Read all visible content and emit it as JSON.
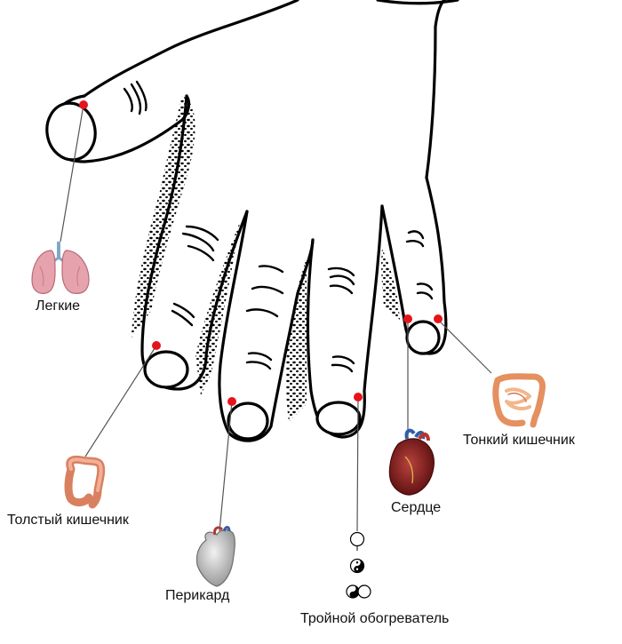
{
  "labels": {
    "lungs": "Легкие",
    "large_intestine": "Толстый кишечник",
    "pericardium": "Перикард",
    "triple_heater": "Тройной обогреватель",
    "heart": "Сердце",
    "small_intestine": "Тонкий кишечник"
  },
  "colors": {
    "point": "#e5141b",
    "outline": "#000000",
    "leader": "#444444"
  }
}
